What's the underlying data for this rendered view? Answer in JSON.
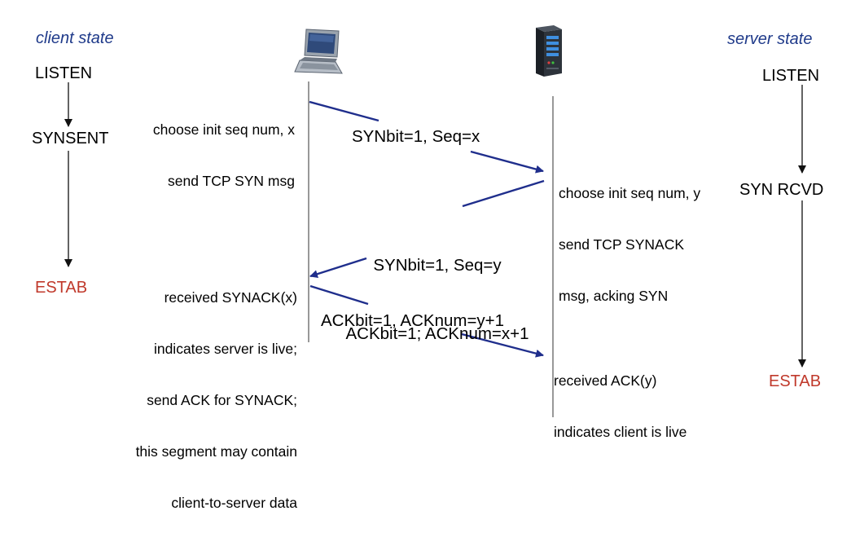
{
  "headers": {
    "client_state": "client state",
    "server_state": "server state"
  },
  "client_states": [
    "LISTEN",
    "SYNSENT",
    "ESTAB"
  ],
  "server_states": [
    "LISTEN",
    "SYN RCVD",
    "ESTAB"
  ],
  "client_notes": {
    "choose": [
      "choose init seq num, x",
      "send TCP SYN msg"
    ],
    "received": [
      "received SYNACK(x)",
      "indicates server is live;",
      "send ACK for SYNACK;",
      "this segment may contain",
      "client-to-server data"
    ]
  },
  "server_notes": {
    "choose": [
      "choose init seq num, y",
      "send TCP SYNACK",
      "msg, acking SYN"
    ],
    "received": [
      "received ACK(y)",
      "indicates client is live"
    ]
  },
  "messages": {
    "syn": "SYNbit=1, Seq=x",
    "synack": [
      "SYNbit=1, Seq=y",
      "ACKbit=1; ACKnum=x+1"
    ],
    "ack": "ACKbit=1, ACKnum=y+1"
  },
  "icons": {
    "client": "laptop-computer-icon",
    "server": "server-tower-icon"
  },
  "colors": {
    "estab": "#c0392b",
    "arrow": "#1f2e8c",
    "header": "#1f3a8a",
    "timeline": "#555555"
  }
}
